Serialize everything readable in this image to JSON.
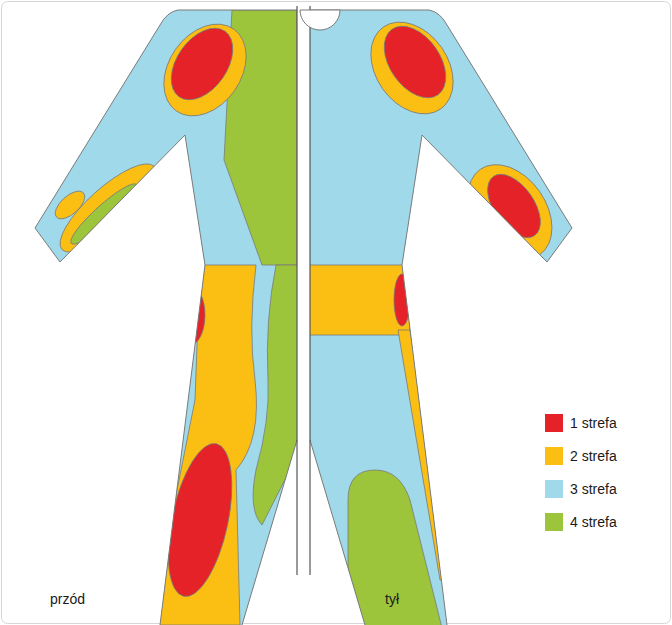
{
  "diagram": {
    "labels": [
      "przód",
      "tył"
    ],
    "legend": [
      {
        "text": "1 strefa",
        "color": "#e52228"
      },
      {
        "text": "2 strefa",
        "color": "#fbbf14"
      },
      {
        "text": "3 strefa",
        "color": "#9fd9ea"
      },
      {
        "text": "4 strefa",
        "color": "#9dc53c"
      }
    ]
  }
}
